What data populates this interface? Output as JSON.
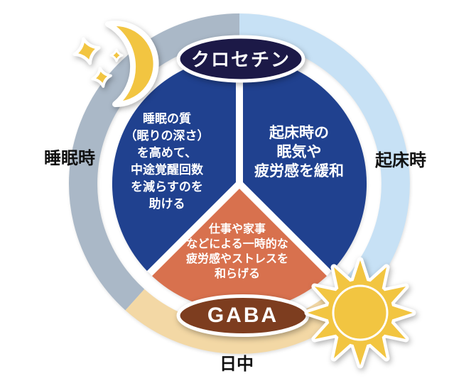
{
  "diagram": {
    "type": "cycle-infographic",
    "badges": {
      "top": "クロセチン",
      "bottom": "GABA"
    },
    "time_labels": {
      "sleep": "睡眠時",
      "wake": "起床時",
      "daytime": "日中"
    },
    "segments": {
      "sleep_quality": "睡眠の質\n（眠りの深さ）\nを高めて、\n中途覚醒回数\nを減らすのを\n助ける",
      "wake_refresh": "起床時の\n眠気や\n疲労感を緩和",
      "daytime_stress": "仕事や家事\nなどによる一時的な\n疲労感やストレスを\n和らげる"
    },
    "icons": {
      "moon": "crescent-moon-with-stars",
      "sun": "sun"
    },
    "colors": {
      "segment_blue": "#20418f",
      "segment_orange": "#d8714e",
      "badge_navy": "#1c1947",
      "badge_brown": "#7d3d1f",
      "ring_gray": "#aab8c7",
      "ring_light_blue": "#c7e1f5",
      "ring_tan": "#f3d8a5",
      "icon_yellow": "#f2c541",
      "divider_white": "#ffffff",
      "label_black": "#111111",
      "text_white": "#ffffff"
    }
  }
}
